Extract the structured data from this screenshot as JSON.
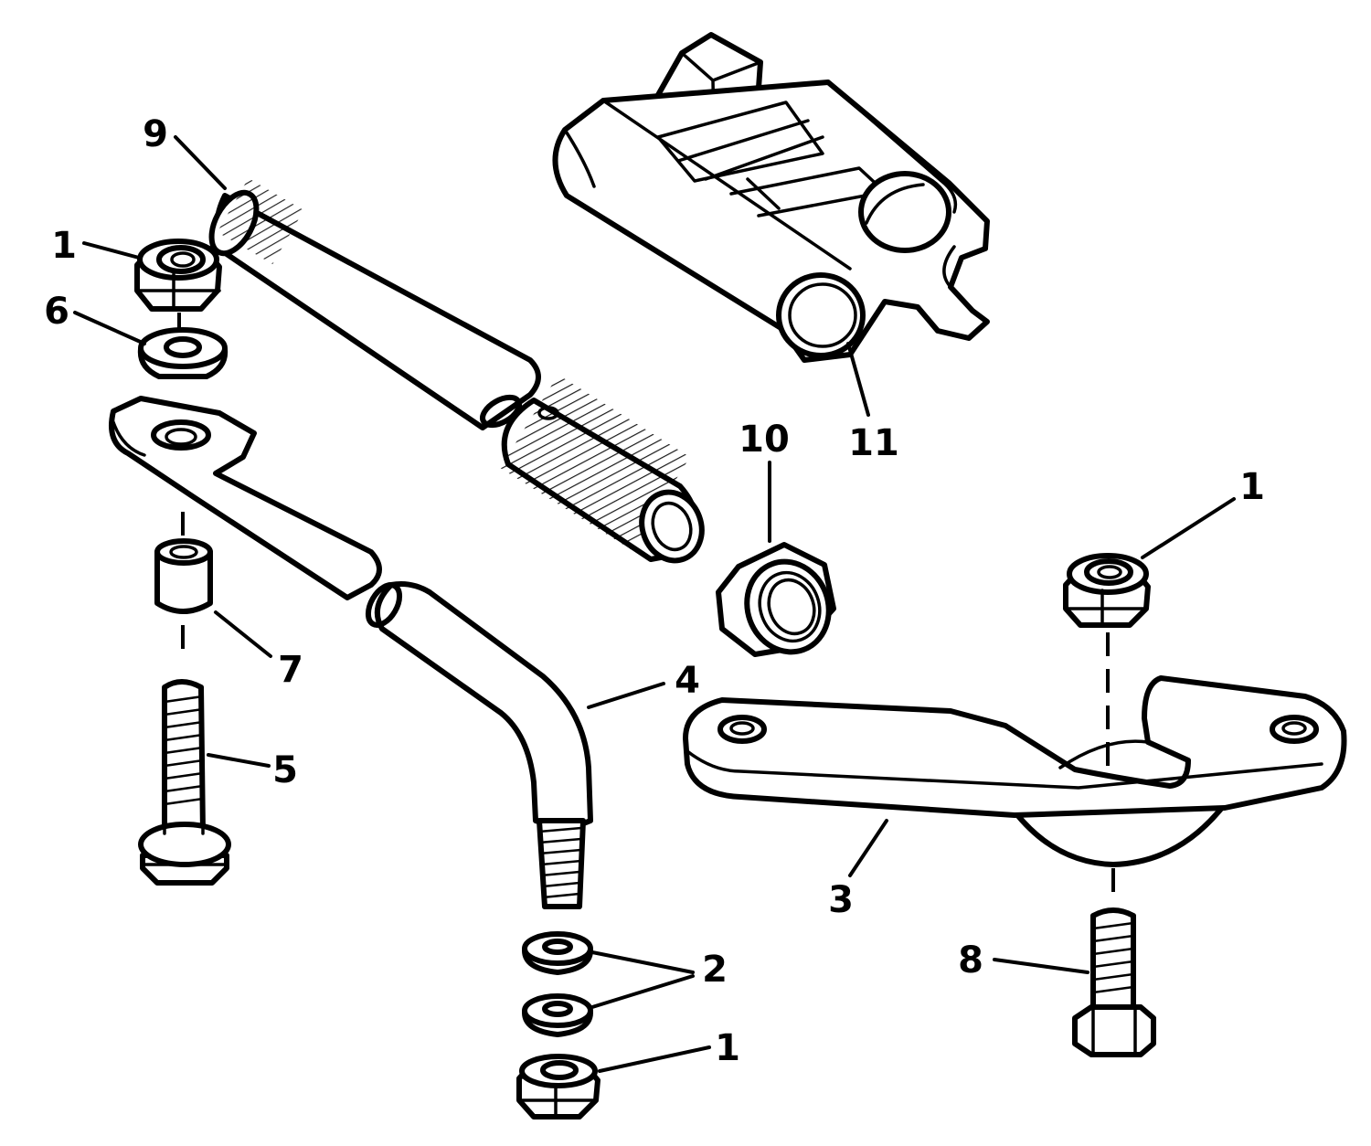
{
  "diagram": {
    "callouts": {
      "c1a": "1",
      "c1b": "1",
      "c1c": "1",
      "c2": "2",
      "c3": "3",
      "c4": "4",
      "c5": "5",
      "c6": "6",
      "c7": "7",
      "c8": "8",
      "c9": "9",
      "c10": "10",
      "c11": "11"
    },
    "colors": {
      "ink": "#000000",
      "paper": "#ffffff"
    }
  }
}
